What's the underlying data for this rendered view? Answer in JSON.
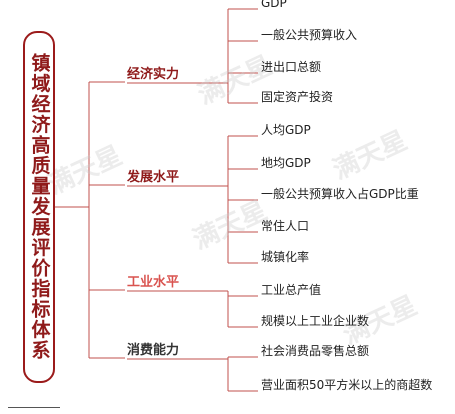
{
  "root": {
    "title": "镇域经济高质量发展评价指标体系",
    "color": "#8f1a1a"
  },
  "categories": [
    {
      "label": "经济实力",
      "color": "#8f1a1a",
      "items": [
        "GDP",
        "一般公共预算收入",
        "进出口总额",
        "固定资产投资"
      ]
    },
    {
      "label": "发展水平",
      "color": "#8f1a1a",
      "items": [
        "人均GDP",
        "地均GDP",
        "一般公共预算收入占GDP比重",
        "常住人口",
        "城镇化率"
      ]
    },
    {
      "label": "工业水平",
      "color": "#d9534f",
      "items": [
        "工业总产值",
        "规模以上工业企业数"
      ]
    },
    {
      "label": "消费能力",
      "color": "#333333",
      "items": [
        "社会消费品零售总额",
        "营业面积50平方米以上的商超数"
      ]
    }
  ],
  "connector_color": "#c0504d",
  "watermark": "满天星"
}
